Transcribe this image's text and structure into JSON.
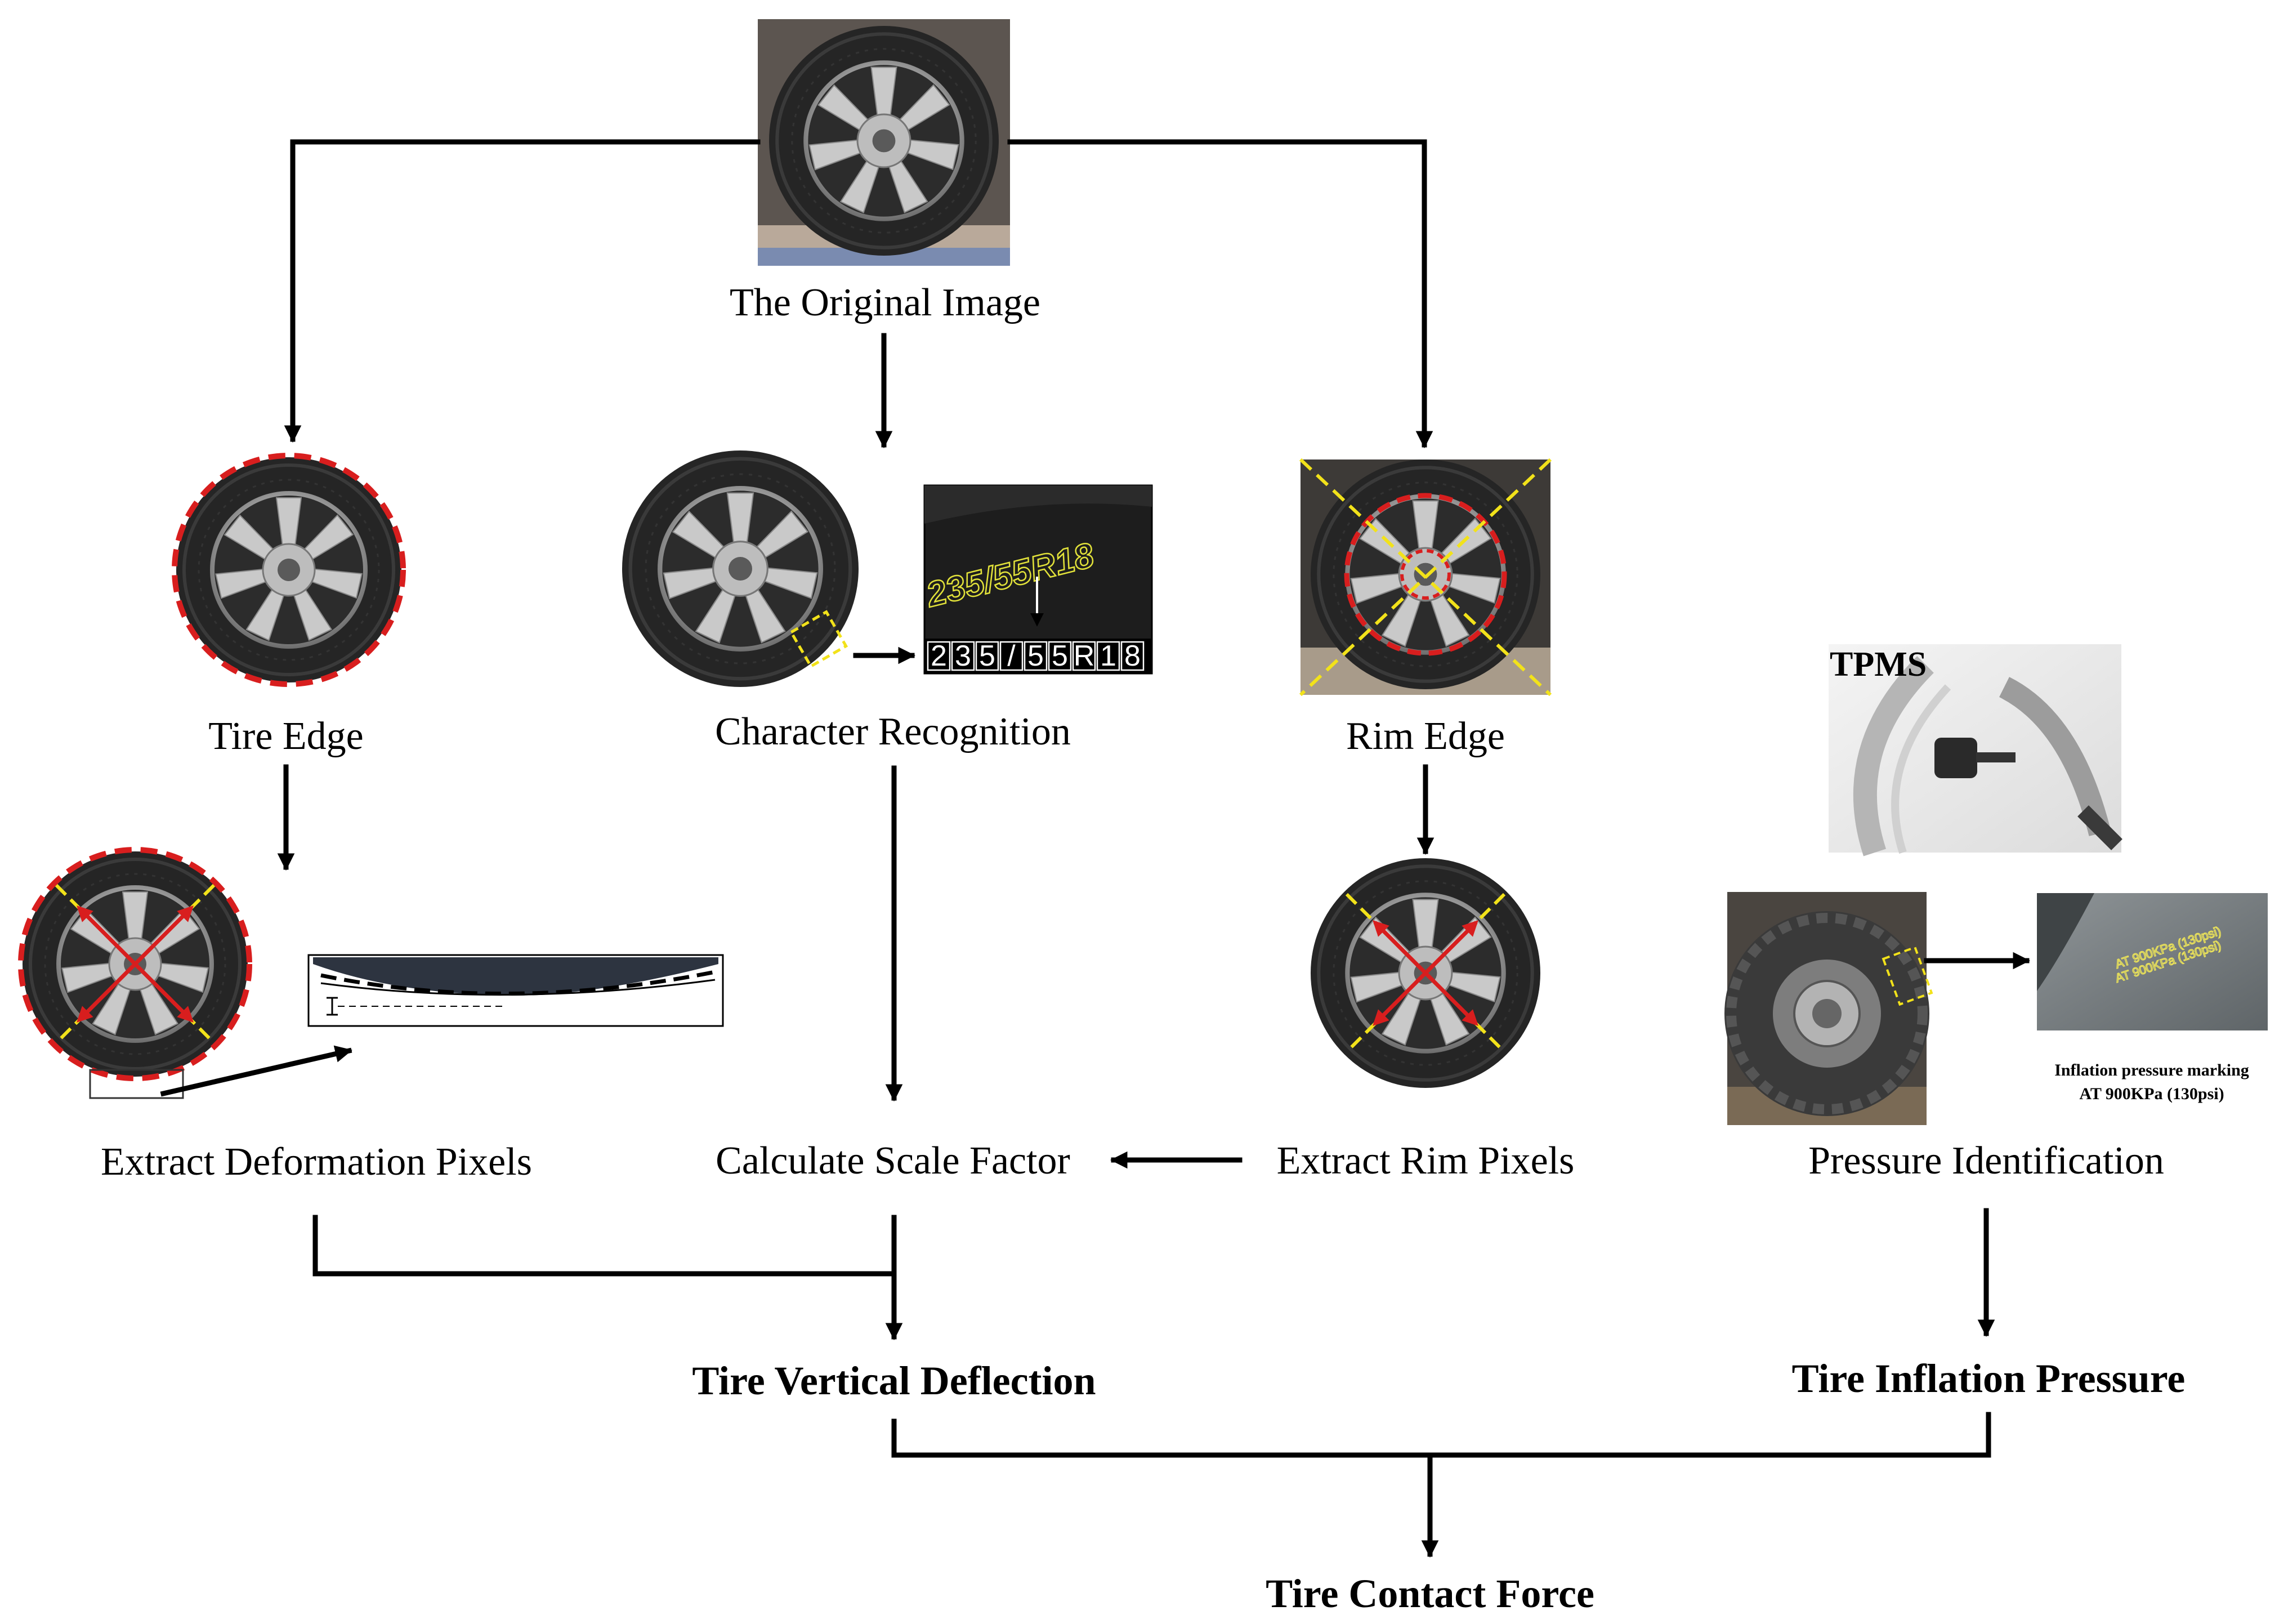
{
  "nodes": {
    "original_image": "The Original Image",
    "tire_edge": "Tire Edge",
    "character_recognition": "Character Recognition",
    "rim_edge": "Rim Edge",
    "extract_deformation_pixels": "Extract Deformation Pixels",
    "calculate_scale_factor": "Calculate Scale Factor",
    "extract_rim_pixels": "Extract Rim Pixels",
    "pressure_identification": "Pressure Identification",
    "tire_vertical_deflection": "Tire Vertical Deflection",
    "tire_inflation_pressure": "Tire Inflation Pressure",
    "tire_contact_force": "Tire Contact Force"
  },
  "ocr": {
    "sidewall_text": "235/55R18",
    "chars": [
      "2",
      "3",
      "5",
      "/",
      "5",
      "5",
      "R",
      "1",
      "8"
    ]
  },
  "tpms_label": "TPMS",
  "inflation_marking": {
    "line1": "Inflation pressure marking",
    "line2": "AT 900KPa (130psi)"
  },
  "colors": {
    "arrow": "#000000",
    "edge_dash": "#d81e1e",
    "guide_dash": "#f2e21a",
    "tire_rubber": "#262626",
    "rim_metal": "#9a9a9a"
  },
  "icons": [
    "tire-photo",
    "tpms-sensor-photo",
    "truck-tire-photo",
    "sidewall-closeup-photo"
  ]
}
